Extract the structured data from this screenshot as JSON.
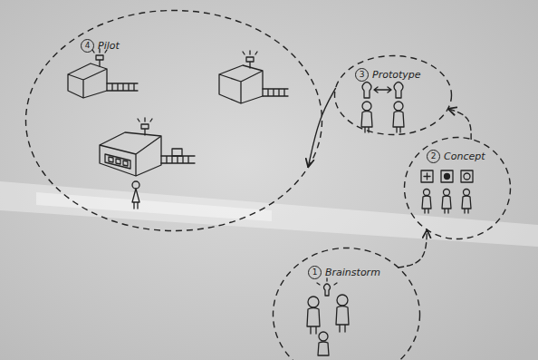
{
  "diagram": {
    "nodes": [
      {
        "text": [
          "4",
          "Pilot"
        ]
      },
      {
        "text": [
          "3",
          "Prototype"
        ]
      },
      {
        "text": [
          "2",
          "Concept"
        ]
      },
      {
        "text": [
          "1",
          "Brainstorm"
        ]
      }
    ],
    "edges": [
      {
        "from": 3,
        "to": 2,
        "arrow": "to"
      },
      {
        "from": 2,
        "to": 1,
        "arrow": "to"
      },
      {
        "from": 1,
        "to": 0,
        "arrow": "to"
      }
    ]
  }
}
